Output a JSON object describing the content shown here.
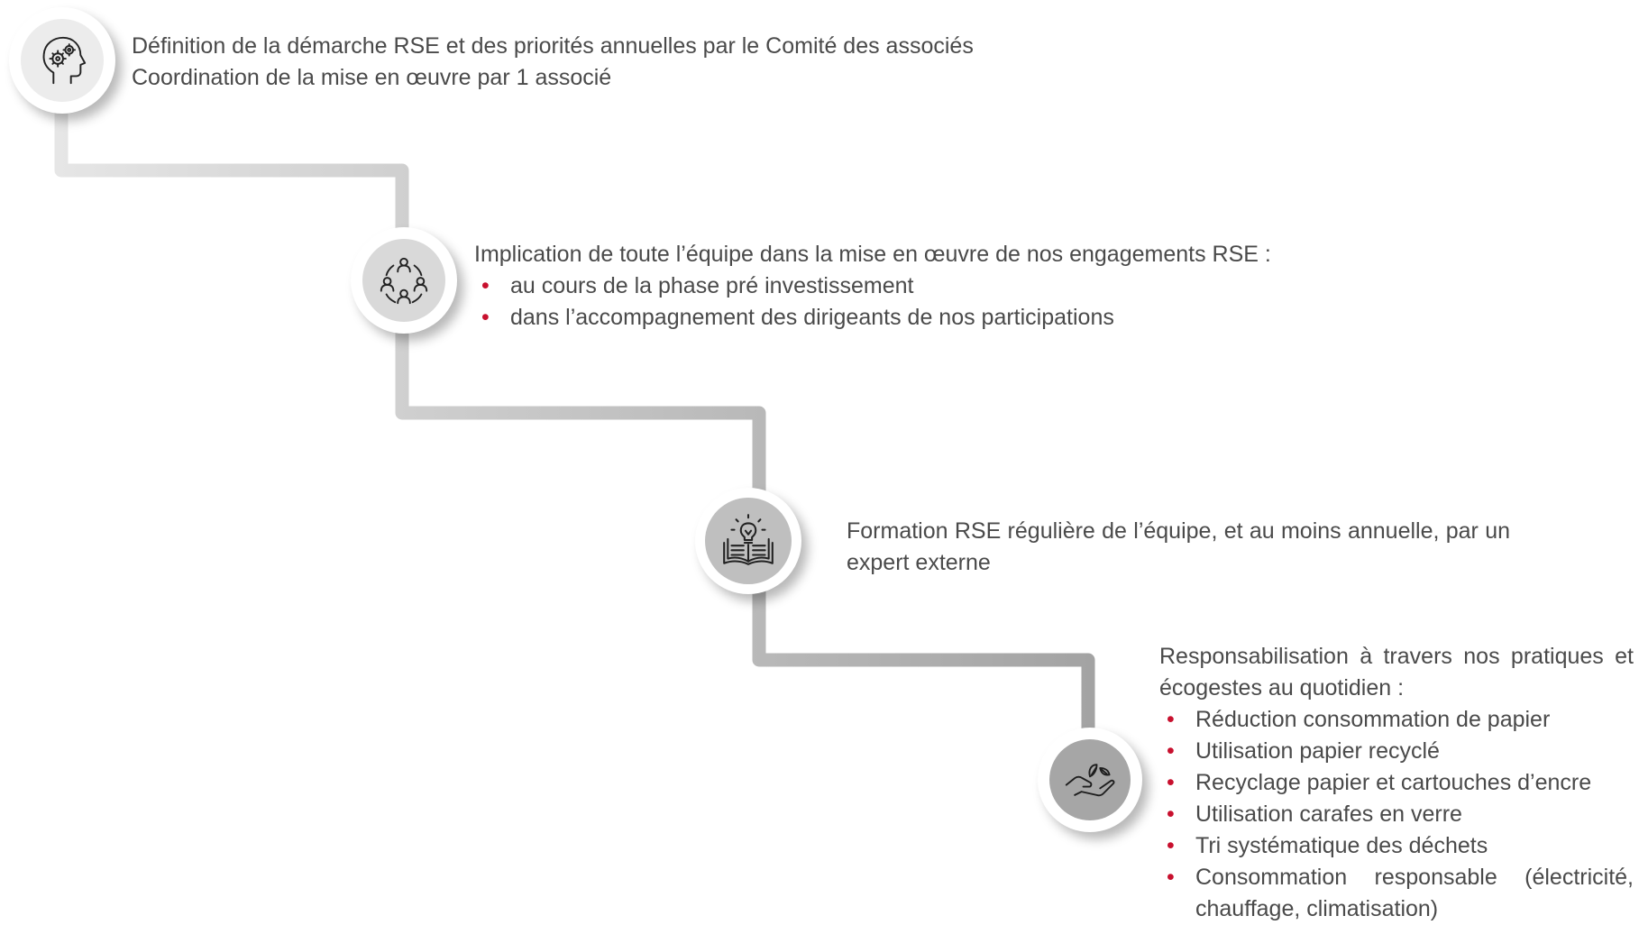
{
  "colors": {
    "connector_light": "#e4e4e4",
    "connector_dark": "#a6a6a6",
    "bullet": "#c8102e",
    "text": "#4a4a4a"
  },
  "steps": [
    {
      "icon": "head-gears-icon",
      "lines": [
        "Définition de la démarche RSE et des priorités annuelles par le Comité des associés",
        "Coordination de la mise en œuvre par 1 associé"
      ],
      "bullets": []
    },
    {
      "icon": "team-circle-icon",
      "lines": [
        "Implication de toute l’équipe dans la mise en œuvre de nos engagements RSE :"
      ],
      "bullets": [
        "au cours de la phase pré investissement",
        "dans l’accompagnement des dirigeants de nos participations"
      ]
    },
    {
      "icon": "book-lightbulb-icon",
      "lines": [
        "Formation RSE régulière de l’équipe, et au moins annuelle, par un expert externe"
      ],
      "bullets": []
    },
    {
      "icon": "hand-plant-icon",
      "lines": [
        "Responsabilisation à travers nos pratiques et écogestes au quotidien :"
      ],
      "bullets": [
        "Réduction consommation de papier",
        "Utilisation papier recyclé",
        "Recyclage papier et cartouches d’encre",
        "Utilisation carafes en verre",
        "Tri systématique des déchets",
        "Consommation responsable (électricité, chauffage, climatisation)"
      ]
    }
  ]
}
